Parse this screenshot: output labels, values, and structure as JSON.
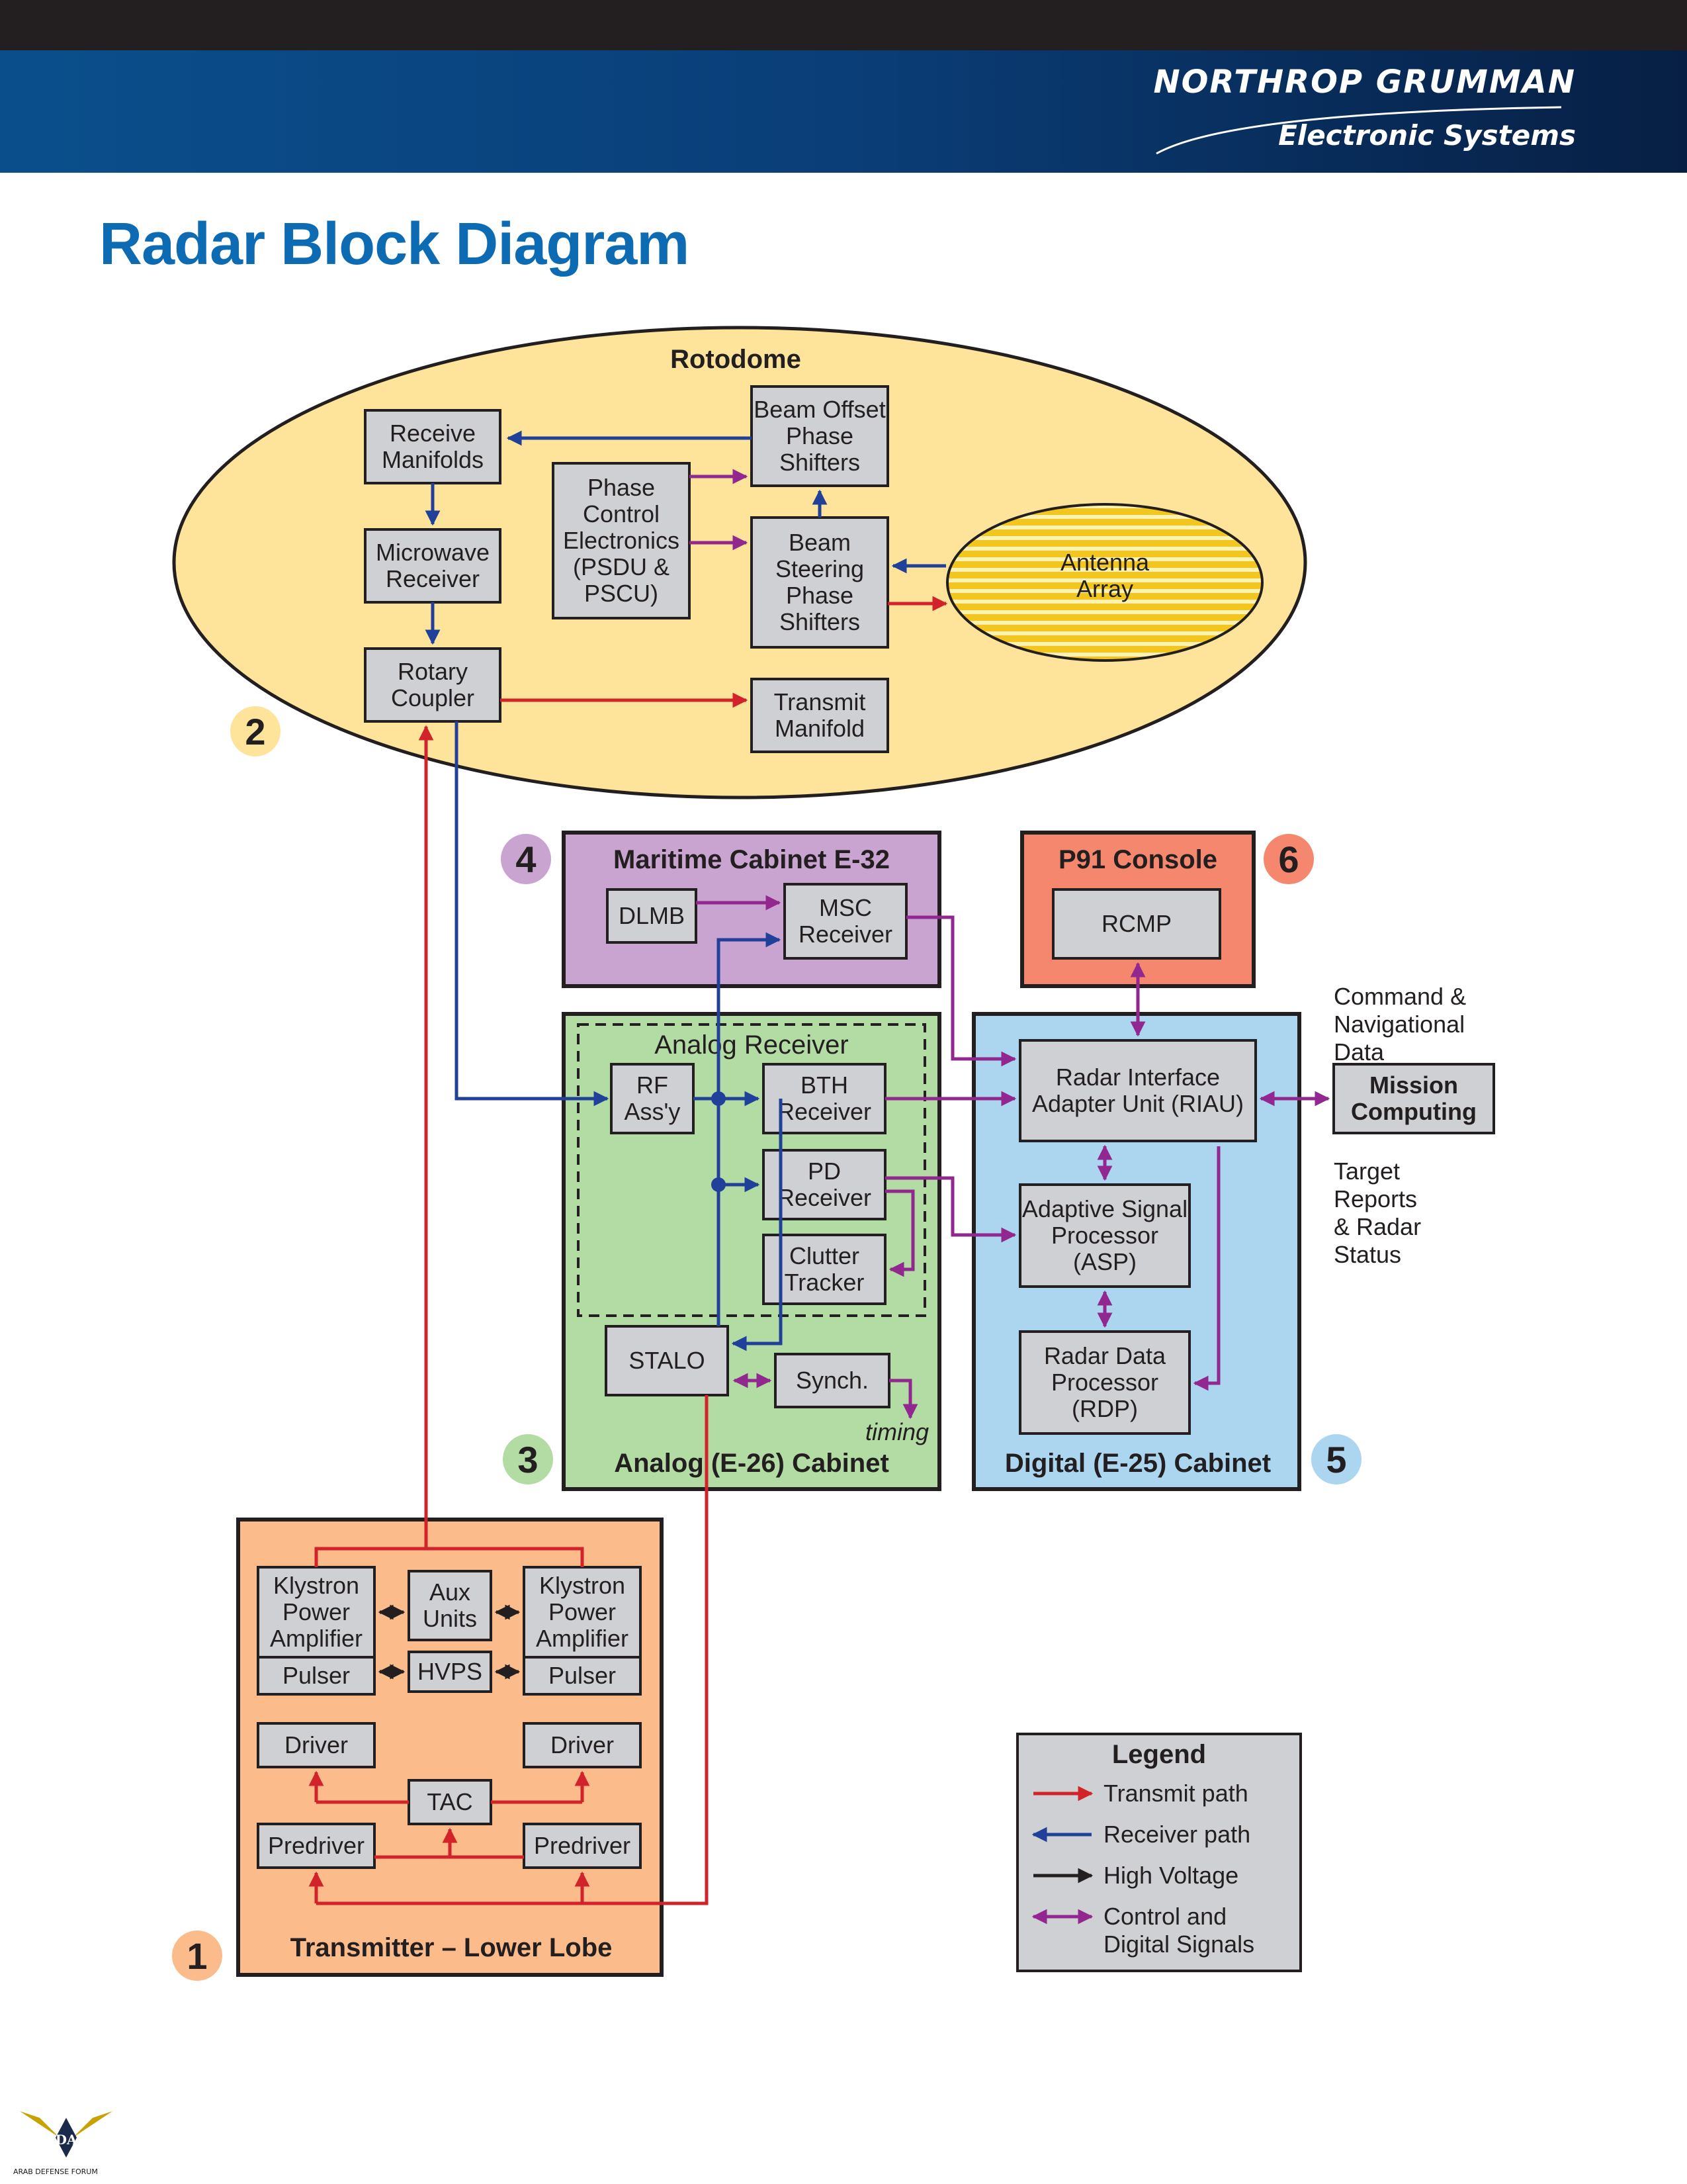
{
  "header": {
    "brand_name": "NORTHROP GRUMMAN",
    "brand_sub": "Electronic Systems",
    "colors": {
      "banner": "#0a4f8c",
      "title": "#0c6bb2"
    }
  },
  "title": "Radar Block Diagram",
  "regions": {
    "rotodome": {
      "label": "Rotodome",
      "number": "2"
    },
    "maritime": {
      "label": "Maritime Cabinet E-32",
      "number": "4"
    },
    "p91": {
      "label": "P91 Console",
      "number": "6"
    },
    "analog_cabinet": {
      "label": "Analog (E-26) Cabinet",
      "number": "3"
    },
    "analog_receiver": {
      "label": "Analog Receiver"
    },
    "digital_cabinet": {
      "label": "Digital (E-25) Cabinet",
      "number": "5"
    },
    "transmitter": {
      "label": "Transmitter – Lower Lobe",
      "number": "1"
    }
  },
  "blocks": {
    "receive_manifolds": [
      "Receive",
      "Manifolds"
    ],
    "microwave_receiver": [
      "Microwave",
      "Receiver"
    ],
    "rotary_coupler": [
      "Rotary",
      "Coupler"
    ],
    "phase_control": [
      "Phase",
      "Control",
      "Electronics",
      "(PSDU &",
      "PSCU)"
    ],
    "beam_offset": [
      "Beam Offset",
      "Phase",
      "Shifters"
    ],
    "beam_steering": [
      "Beam",
      "Steering",
      "Phase",
      "Shifters"
    ],
    "transmit_manifold": [
      "Transmit",
      "Manifold"
    ],
    "antenna_array": [
      "Antenna",
      "Array"
    ],
    "dlmb": [
      "DLMB"
    ],
    "msc_receiver": [
      "MSC",
      "Receiver"
    ],
    "rcmp": [
      "RCMP"
    ],
    "rf_assy": [
      "RF",
      "Ass'y"
    ],
    "bth_receiver": [
      "BTH",
      "Receiver"
    ],
    "pd_receiver": [
      "PD",
      "Receiver"
    ],
    "clutter_tracker": [
      "Clutter",
      "Tracker"
    ],
    "stalo": [
      "STALO"
    ],
    "synch": [
      "Synch."
    ],
    "riau": [
      "Radar Interface",
      "Adapter Unit (RIAU)"
    ],
    "asp": [
      "Adaptive Signal",
      "Processor",
      "(ASP)"
    ],
    "rdp": [
      "Radar Data",
      "Processor",
      "(RDP)"
    ],
    "mission_computing": [
      "Mission",
      "Computing"
    ],
    "klystron_left": [
      "Klystron",
      "Power",
      "Amplifier"
    ],
    "klystron_right": [
      "Klystron",
      "Power",
      "Amplifier"
    ],
    "aux_units": [
      "Aux",
      "Units"
    ],
    "pulser_left": [
      "Pulser"
    ],
    "pulser_right": [
      "Pulser"
    ],
    "hvps": [
      "HVPS"
    ],
    "driver_left": [
      "Driver"
    ],
    "driver_right": [
      "Driver"
    ],
    "tac": [
      "TAC"
    ],
    "predriver_left": [
      "Predriver"
    ],
    "predriver_right": [
      "Predriver"
    ]
  },
  "annotations": {
    "command_nav": [
      "Command &",
      "Navigational",
      "Data"
    ],
    "target_reports": [
      "Target",
      "Reports",
      "& Radar",
      "Status"
    ],
    "timing": "timing"
  },
  "legend": {
    "title": "Legend",
    "items": [
      {
        "label": [
          "Transmit path"
        ],
        "color": "#d2232a"
      },
      {
        "label": [
          "Receiver path"
        ],
        "color": "#21409a"
      },
      {
        "label": [
          "High Voltage"
        ],
        "color": "#231f20"
      },
      {
        "label": [
          "Control and",
          "Digital Signals"
        ],
        "color": "#92278f"
      }
    ]
  },
  "footer_logo": {
    "mark": "DA",
    "text": "ARAB DEFENSE FORUM"
  }
}
